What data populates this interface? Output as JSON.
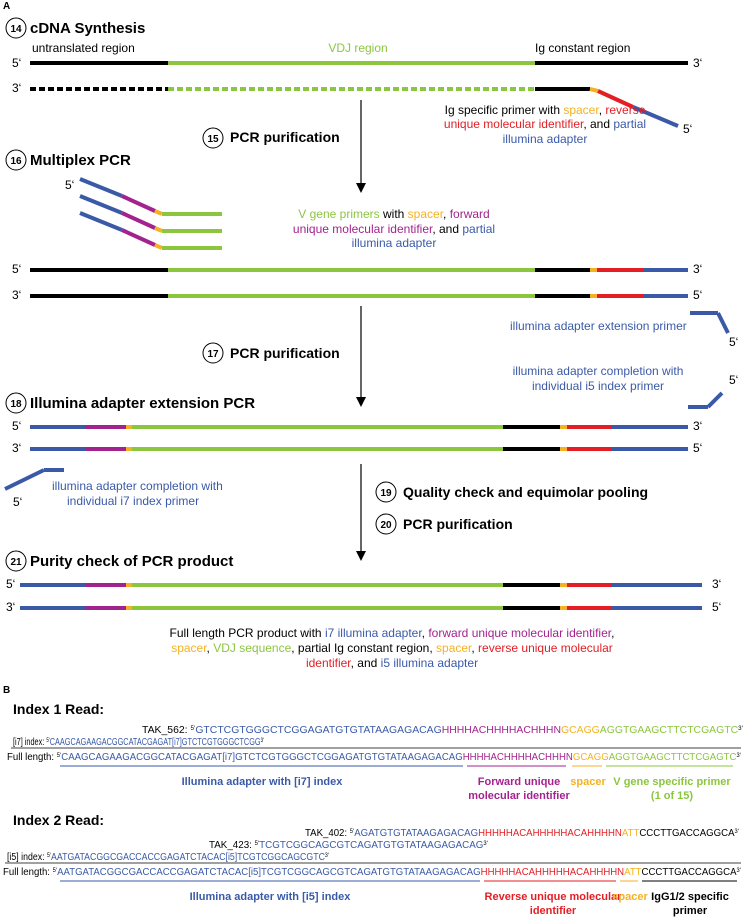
{
  "colors": {
    "green": "#8cc63f",
    "black": "#000000",
    "blue": "#3a5aa8",
    "magenta": "#a3238e",
    "red": "#e31e24",
    "yellow": "#f4b223"
  },
  "panelA": {
    "label": "A",
    "step14": {
      "num": "14",
      "title": "cDNA Synthesis"
    },
    "utr": "untranslated region",
    "vdj": "VDJ region",
    "igc": "Ig constant region",
    "p5": "5‘",
    "p3": "3‘",
    "igPrimer": {
      "l1a": "Ig specific primer with ",
      "l1b": "spacer",
      "l1c": ", ",
      "l1d": "reverse",
      "l2": "unique molecular identifier",
      "l2b": ", and ",
      "l2c": "partial",
      "l3": "illumina adapter"
    },
    "step15": {
      "num": "15",
      "title": "PCR purification"
    },
    "step16": {
      "num": "16",
      "title": "Multiplex PCR"
    },
    "vPrimer": {
      "l1a": "V gene primers",
      "l1b": " with ",
      "l1c": "spacer",
      "l1d": ", ",
      "l1e": "forward",
      "l2": "unique molecular identifier",
      "l2b": ", and ",
      "l2c": "partial",
      "l3": "illumina adapter"
    },
    "extPrimer": "illumina adapter extension primer",
    "step17": {
      "num": "17",
      "title": "PCR purification"
    },
    "i5completion": {
      "l1": "illumina adapter completion with",
      "l2": "individual i5 index primer"
    },
    "step18": {
      "num": "18",
      "title": "Illumina adapter extension PCR"
    },
    "i7completion": {
      "l1": "illumina adapter completion with",
      "l2": "individual i7 index primer"
    },
    "step19": {
      "num": "19",
      "title": "Quality check and equimolar pooling"
    },
    "step20": {
      "num": "20",
      "title": "PCR purification"
    },
    "step21": {
      "num": "21",
      "title": "Purity check of PCR product"
    },
    "fullLen": {
      "l1a": "Full length PCR product with ",
      "l1b": "i7 illumina adapter",
      "l1c": ", ",
      "l1d": "forward unique molecular identifier",
      "l1e": ",",
      "l2a": "spacer",
      "l2b": ", ",
      "l2c": "VDJ sequence",
      "l2d": ", partial Ig constant region, ",
      "l2e": "spacer",
      "l2f": ", ",
      "l2g": "reverse unique molecular",
      "l3a": "identifier",
      "l3b": ", and ",
      "l3c": "i5 illumina adapter"
    }
  },
  "panelB": {
    "label": "B",
    "index1": {
      "title": "Index 1 Read:",
      "tak562": {
        "name": "TAK_562: ",
        "blue": "GTCTCGTGGGCTCGGAGATGTGTATAAGAGACAG",
        "mag": "HHHHACHHHHACHHHN",
        "yel": "GCAGG",
        "grn": "AGGTGAAGCTTCTCGAGTC"
      },
      "i7row": {
        "name": "[i7] index: ",
        "blue": "CAAGCAGAAGACGGCATACGAGAT[i7]GTCTCGTGGGCTCGG"
      },
      "full": {
        "name": "Full length: ",
        "blue": "CAAGCAGAAGACGGCATACGAGAT[i7]GTCTCGTGGGCTCGGAGATGTGTATAAGAGACAG",
        "mag": "HHHHACHHHHACHHHN",
        "yel": "GCAGG",
        "grn": "AGGTGAAGCTTCTCGAGTC"
      },
      "lblAdapter": "Illumina adapter with [i7] index",
      "lblUmi1": "Forward unique",
      "lblUmi2": "molecular identifier",
      "lblSpacer": "spacer",
      "lblV1": "V gene specific primer",
      "lblV2": "(1 of 15)"
    },
    "index2": {
      "title": "Index 2 Read:",
      "tak402": {
        "name": "TAK_402: ",
        "blue": "AGATGTGTATAAGAGACAG",
        "red": "HHHHHACAHHHHHACAHHHHN",
        "yel": "ATT",
        "blk": "CCCTTGACCAGGCA"
      },
      "tak423": {
        "name": "TAK_423: ",
        "blue": "TCGTCGGCAGCGTCAGATGTGTATAAGAGACAG"
      },
      "i5row": {
        "name": "[i5] index: ",
        "blue": "AATGATACGGCGACCACCGAGATCTACAC[i5]TCGTCGGCAGCGTC"
      },
      "full": {
        "name": "Full length: ",
        "blue": "AATGATACGGCGACCACCGAGATCTACAC[i5]TCGTCGGCAGCGTCAGATGTGTATAAGAGACAG",
        "red": "HHHHHACAHHHHHACAHHHHN",
        "yel": "ATT",
        "blk": "CCCTTGACCAGGCA"
      },
      "lblAdapter": "Illumina adapter with [i5] index",
      "lblUmi1": "Reverse unique molecular",
      "lblUmi2": "identifier",
      "lblSpacer": "spacer",
      "lblIg1": "IgG1/2 specific",
      "lblIg2": "primer"
    },
    "sup5": "5‘",
    "sup3": "3‘"
  }
}
